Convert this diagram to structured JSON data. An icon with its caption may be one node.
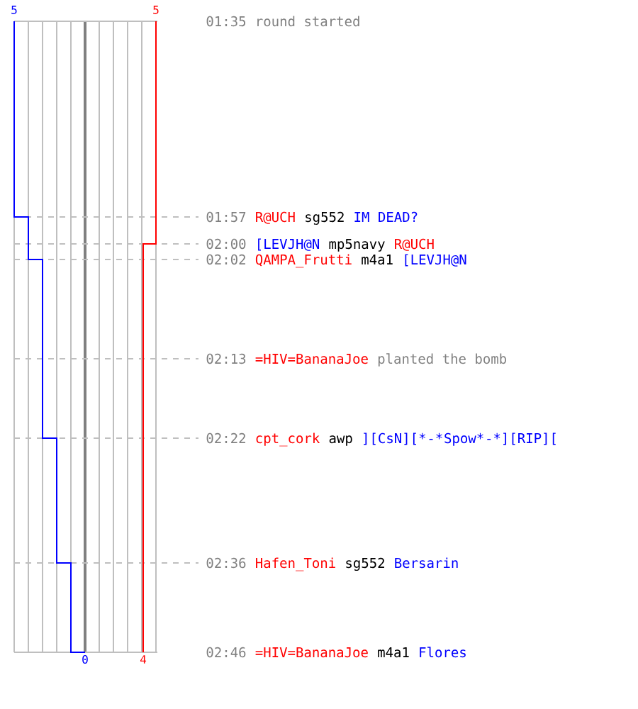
{
  "diagram": {
    "labels": [
      "5",
      "5",
      "01:35",
      "round started",
      "01:57",
      "R@UCH",
      "sg552",
      "IM DEAD?",
      "02:00",
      "[LEVJH@N",
      "mp5navy",
      "R@UCH",
      "02:02",
      "QAMPA_Frutti",
      "m4a1",
      "[LEVJH@N",
      "02:13",
      "=HIV=BananaJoe",
      "planted the bomb",
      "02:22",
      "cpt_cork",
      "awp",
      "][CsN][*",
      "-*",
      "Spow*",
      "-*][RIP][",
      "02:36",
      "Hafen_Toni",
      "sg552",
      "Bersarin",
      "02:46",
      "=HIV=BananaJoe",
      "m4a1",
      "Flores",
      "0",
      "4"
    ]
  }
}
